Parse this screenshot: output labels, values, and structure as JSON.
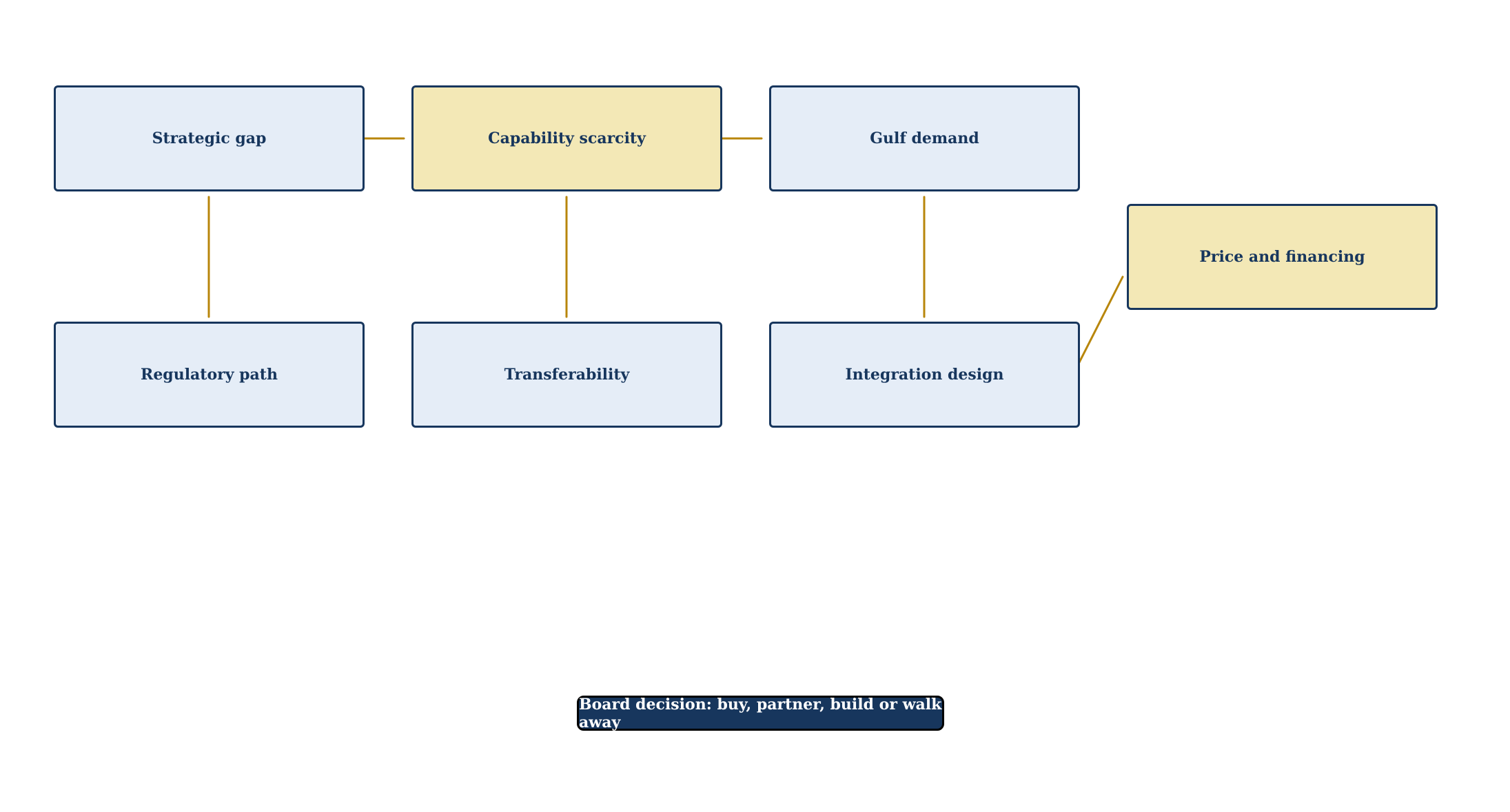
{
  "colors": {
    "node_fill": "#e5edf7",
    "highlight_fill": "#f3e8b6",
    "border": "#17365d",
    "connector": "#b8860b",
    "decision_fill": "#17365d",
    "decision_text": "#ffffff"
  },
  "nodes": {
    "strategic_gap": "Strategic gap",
    "capability_scarcity": "Capability scarcity",
    "gulf_demand": "Gulf demand",
    "price_and_financing": "Price and financing",
    "regulatory_path": "Regulatory path",
    "transferability": "Transferability",
    "integration_design": "Integration design"
  },
  "decision": "Board decision: buy, partner, build or walk away"
}
